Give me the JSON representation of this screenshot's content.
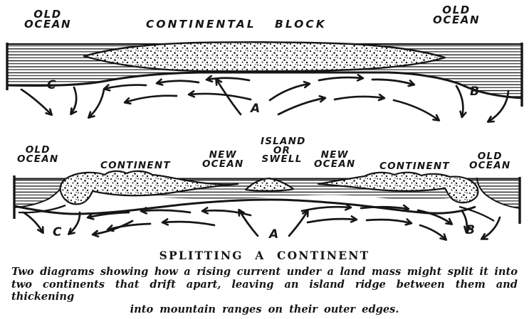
{
  "colors": {
    "ink": "#161616",
    "paper": "#ffffff"
  },
  "top_diagram": {
    "old_ocean_left": "OLD\nOCEAN",
    "continental_block": "CONTINENTAL BLOCK",
    "old_ocean_right": "OLD\nOCEAN",
    "current_a": "A",
    "current_b": "B",
    "current_c": "C"
  },
  "bottom_diagram": {
    "old_ocean_left": "OLD\nOCEAN",
    "continent_left": "CONTINENT",
    "new_ocean_left": "NEW\nOCEAN",
    "island_or_swell": "ISLAND\nOR\nSWELL",
    "new_ocean_right": "NEW\nOCEAN",
    "continent_right": "CONTINENT",
    "old_ocean_right": "OLD\nOCEAN",
    "current_a": "A",
    "current_b": "B",
    "current_c": "C"
  },
  "caption": {
    "title": "SPLITTING A CONTINENT",
    "line1": "Two diagrams showing how a rising current under a land mass might split it into",
    "line2": "two continents that drift apart, leaving an island ridge between them and thickening",
    "line3": "into mountain ranges on their outer edges."
  }
}
